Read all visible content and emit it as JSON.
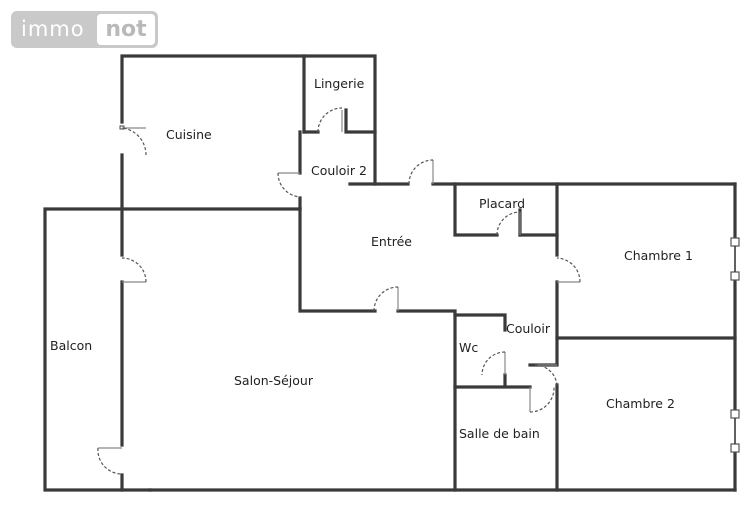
{
  "logo": {
    "part1": "immo",
    "part2": "not"
  },
  "rooms": {
    "lingerie": "Lingerie",
    "cuisine": "Cuisine",
    "couloir2": "Couloir 2",
    "placard": "Placard",
    "entree": "Entrée",
    "chambre1": "Chambre 1",
    "balcon": "Balcon",
    "wc": "Wc",
    "couloir": "Couloir",
    "salon": "Salon-Séjour",
    "chambre2": "Chambre 2",
    "salle_de_bain": "Salle de bain"
  }
}
